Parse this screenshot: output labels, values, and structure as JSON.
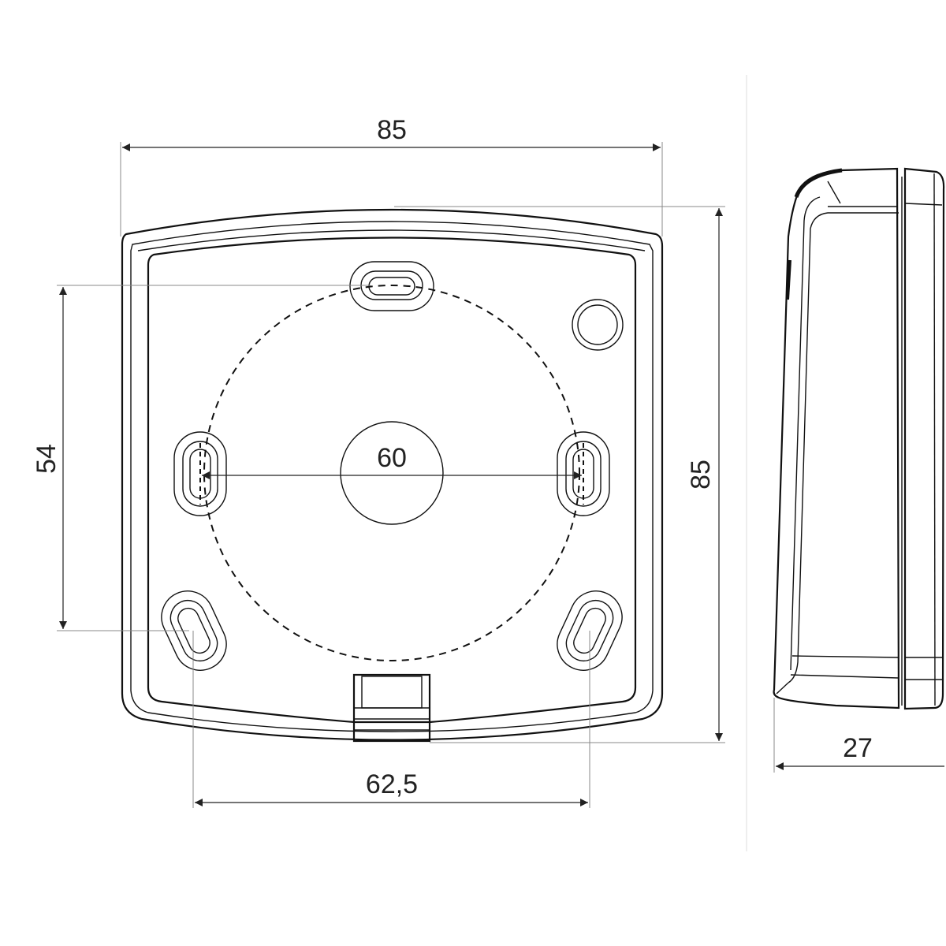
{
  "dimensions": {
    "front_width": "85",
    "front_height": "85",
    "vertical_hole_spacing": "54",
    "horizontal_hole_spacing": "62,5",
    "circle_diameter": "60",
    "side_depth": "27"
  },
  "colors": {
    "line": "#111111",
    "extension": "#888888"
  }
}
